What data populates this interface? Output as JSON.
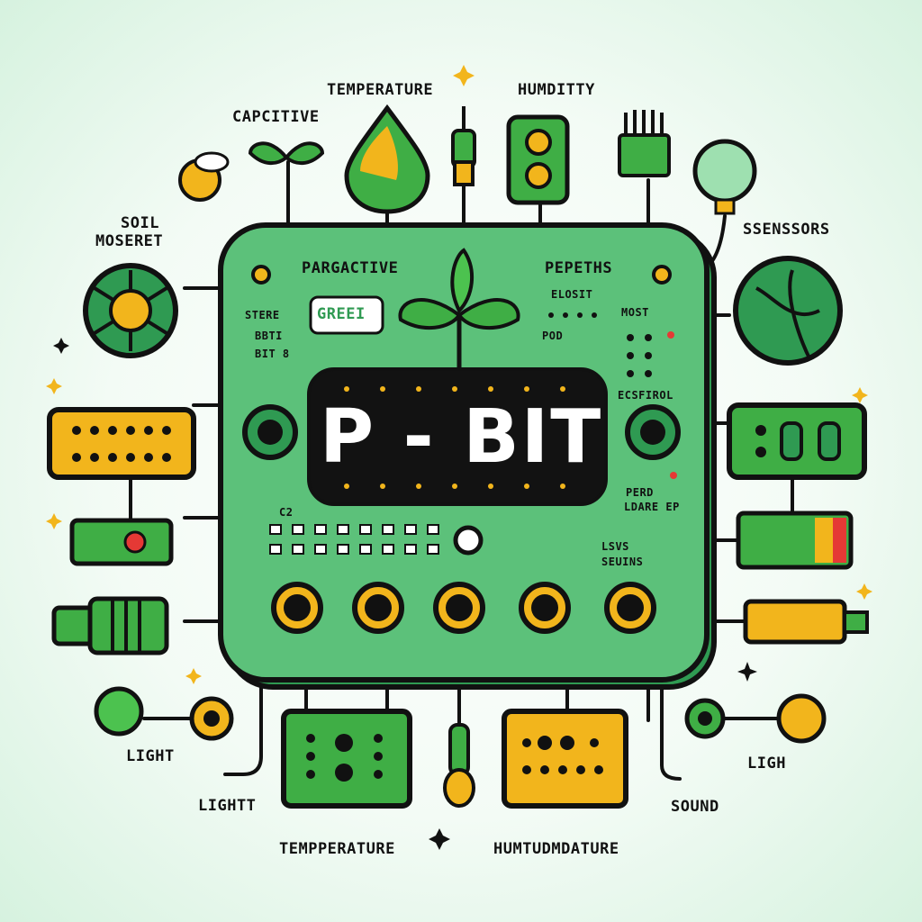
{
  "colors": {
    "board": "#5cc17a",
    "board_dark": "#2f9a52",
    "outline": "#111111",
    "accent_yellow": "#f2b51c",
    "screen": "#121212",
    "background": "#f3fbf5"
  },
  "board": {
    "title": "P - BIT",
    "labels": {
      "top_left": "PARGACTIVE",
      "top_right": "PEPETHS",
      "tag": "GREEI",
      "left1": "STERE",
      "left2": "BBTI",
      "left3": "BIT 8",
      "right1": "ELOSIT",
      "right2": "MOST",
      "right3": "POD",
      "right4": "ECSFIROL",
      "right5": "PERD",
      "right6": "LDARE EP",
      "right7": "LSVS",
      "right8": "SEUINS",
      "small_left": "C2"
    }
  },
  "outer_labels": {
    "temperature_top": "TEMPERATURE",
    "humidity_top": "HUMDITTY",
    "capacitive": "CAPCITIVE",
    "soil_line1": "SOIL",
    "soil_line2": "MOSERET",
    "sensors": "SSENSSORS",
    "light_left": "LIGHT",
    "lightt": "LIGHTT",
    "temperature_bottom": "TEMPPERATURE",
    "humidity_bottom": "HUMTUDMDATURE",
    "sound": "SOUND",
    "ligh": "LIGH"
  },
  "icons": [
    "leaf-sprout-icon",
    "water-drop-icon",
    "led-icon",
    "traffic-light-icon",
    "connector-icon",
    "globe-sensor-icon",
    "pir-sensor-icon",
    "bee-icon",
    "globe-icon",
    "led-matrix-icon",
    "resistor-icon",
    "potentiometer-icon",
    "bulb-icon",
    "sparkle-icon"
  ]
}
